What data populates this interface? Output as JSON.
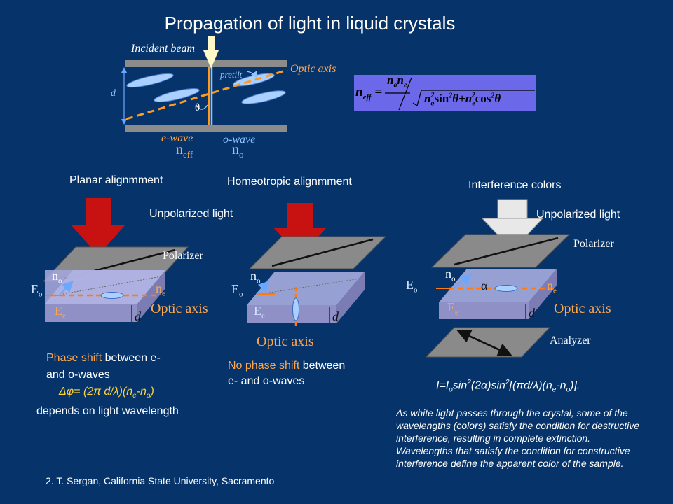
{
  "title": "Propagation of  light in liquid crystals",
  "top_diagram": {
    "incident_beam": "Incident beam",
    "optic_axis": "Optic axis",
    "pretilt": "pretilt",
    "d": "d",
    "theta": "θ",
    "e_wave": "e-wave",
    "o_wave": "o-wave",
    "n_eff": "n",
    "n_eff_sub": "eff",
    "n_o": "n",
    "n_o_sub": "o"
  },
  "formula": {
    "lhs": "n",
    "lhs_sub": "eff",
    "equals": "=",
    "numerator": "n",
    "numerator_sub1": "o",
    "numerator_b": "n",
    "numerator_sub2": "e",
    "denominator": "n",
    "den_sub1": "o",
    "den_sup1": "2",
    "den_sin": "sin",
    "den_sin_sup": "2",
    "den_theta1": "θ",
    "den_plus": "+",
    "den_n2": "n",
    "den_sub2": "e",
    "den_sup2": "2",
    "den_cos": "cos",
    "den_cos_sup": "2",
    "den_theta2": "θ"
  },
  "planar": {
    "heading": "Planar alignmment",
    "unpolarized": "Unpolarized light",
    "polarizer": "Polarizer",
    "n_o": "n",
    "n_o_sub": "o",
    "n_e": "n",
    "n_e_sub": "e",
    "E_o": "E",
    "E_o_sub": "o",
    "E_e": "E",
    "E_e_sub": "e",
    "d": "d",
    "optic_axis": "Optic axis",
    "phase_shift_orange": "Phase shift",
    "phase_shift_rest1": " between e-",
    "phase_shift_rest2": "and o-waves",
    "delta_phi": "Δφ= (2π d/λ)(n",
    "delta_phi_sub1": "e",
    "delta_phi_mid": "-n",
    "delta_phi_sub2": "o",
    "delta_phi_end": ")",
    "depends": "depends on light  wavelength"
  },
  "homeotropic": {
    "heading": "Homeotropic  alignmment",
    "n_o": "n",
    "n_o_sub": "o",
    "E_o": "E",
    "E_o_sub": "o",
    "E_e": "E",
    "E_e_sub": "e",
    "d": "d",
    "optic_axis": "Optic axis",
    "no_phase_orange": "No phase shift",
    "no_phase_rest1": " between",
    "no_phase_rest2": "e- and o-waves"
  },
  "interference": {
    "heading": "Interference colors",
    "unpolarized": "Unpolarized light",
    "polarizer": "Polarizer",
    "n_o": "n",
    "n_o_sub": "o",
    "n_e": "n",
    "n_e_sub": "e",
    "alpha": "α",
    "E_o": "E",
    "E_o_sub": "o",
    "E_e": "E",
    "E_e_sub": "e",
    "d": "d",
    "optic_axis": "Optic axis",
    "analyzer": "Analyzer",
    "intensity_formula": "I=I",
    "intensity_sub": "o",
    "intensity_rest": "sin",
    "intensity_sup1": "2",
    "intensity_mid": "(2α)sin",
    "intensity_sup2": "2",
    "intensity_end": "[(πd/λ)(n",
    "intensity_sub_e": "e",
    "intensity_minus": "-n",
    "intensity_sub_o": "o",
    "intensity_close": ")].",
    "paragraph": "As white light passes through the crystal, some of the wavelengths (colors) satisfy the condition for destructive interference, resulting in complete extinction. Wavelengths that satisfy the condition for constructive interference define the apparent color of the sample."
  },
  "footer": "2. T. Sergan, California State University, Sacramento",
  "colors": {
    "background": "#06346a",
    "orange": "#ffa64d",
    "formula_box": "#6b69ea",
    "arrow_red": "#cc1111"
  }
}
